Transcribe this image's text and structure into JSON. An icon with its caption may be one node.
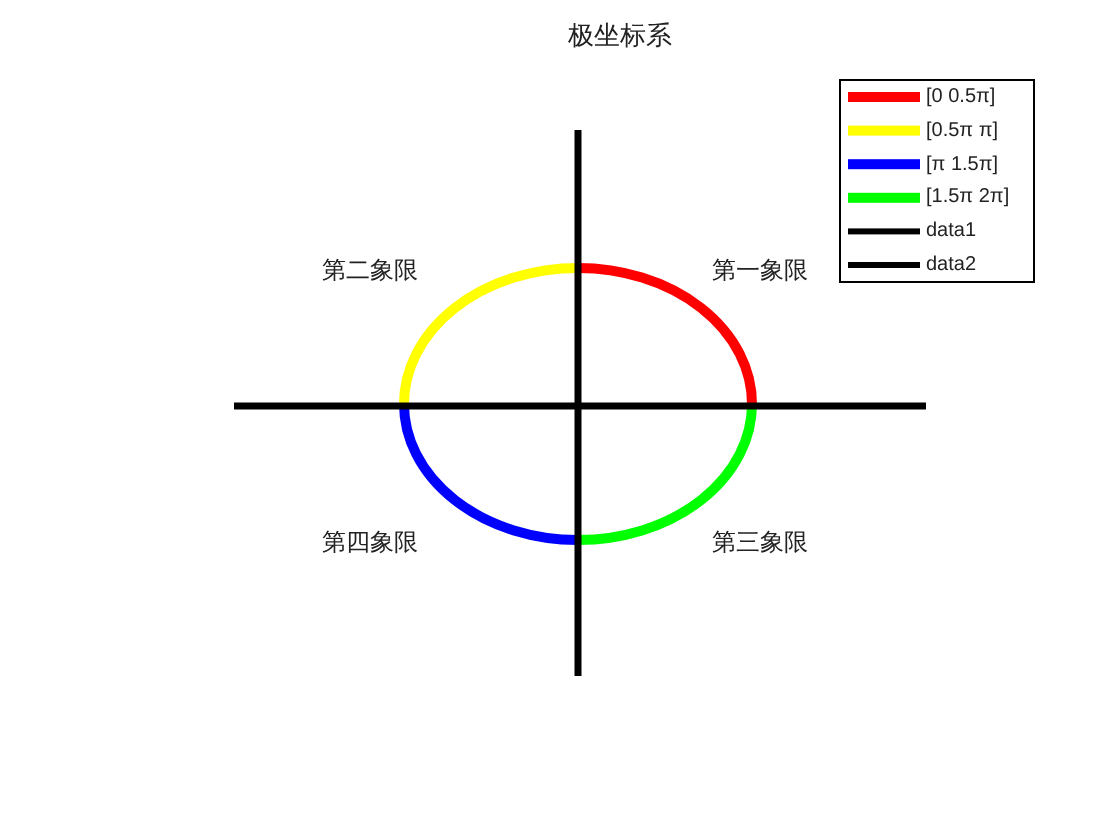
{
  "diagram": {
    "title": "极坐标系",
    "labels": [
      "第二象限",
      "第一象限",
      "第四象限",
      "第三象限"
    ],
    "legend": [
      {
        "text": "[0 0.5π]",
        "color": "#ff0000"
      },
      {
        "text": "[0.5π π]",
        "color": "#ffff00"
      },
      {
        "text": "[π 1.5π]",
        "color": "#0000ff"
      },
      {
        "text": "[1.5π 2π]",
        "color": "#00ff00"
      },
      {
        "text": "data1",
        "color": "#000000"
      },
      {
        "text": "data2",
        "color": "#000000"
      }
    ]
  }
}
